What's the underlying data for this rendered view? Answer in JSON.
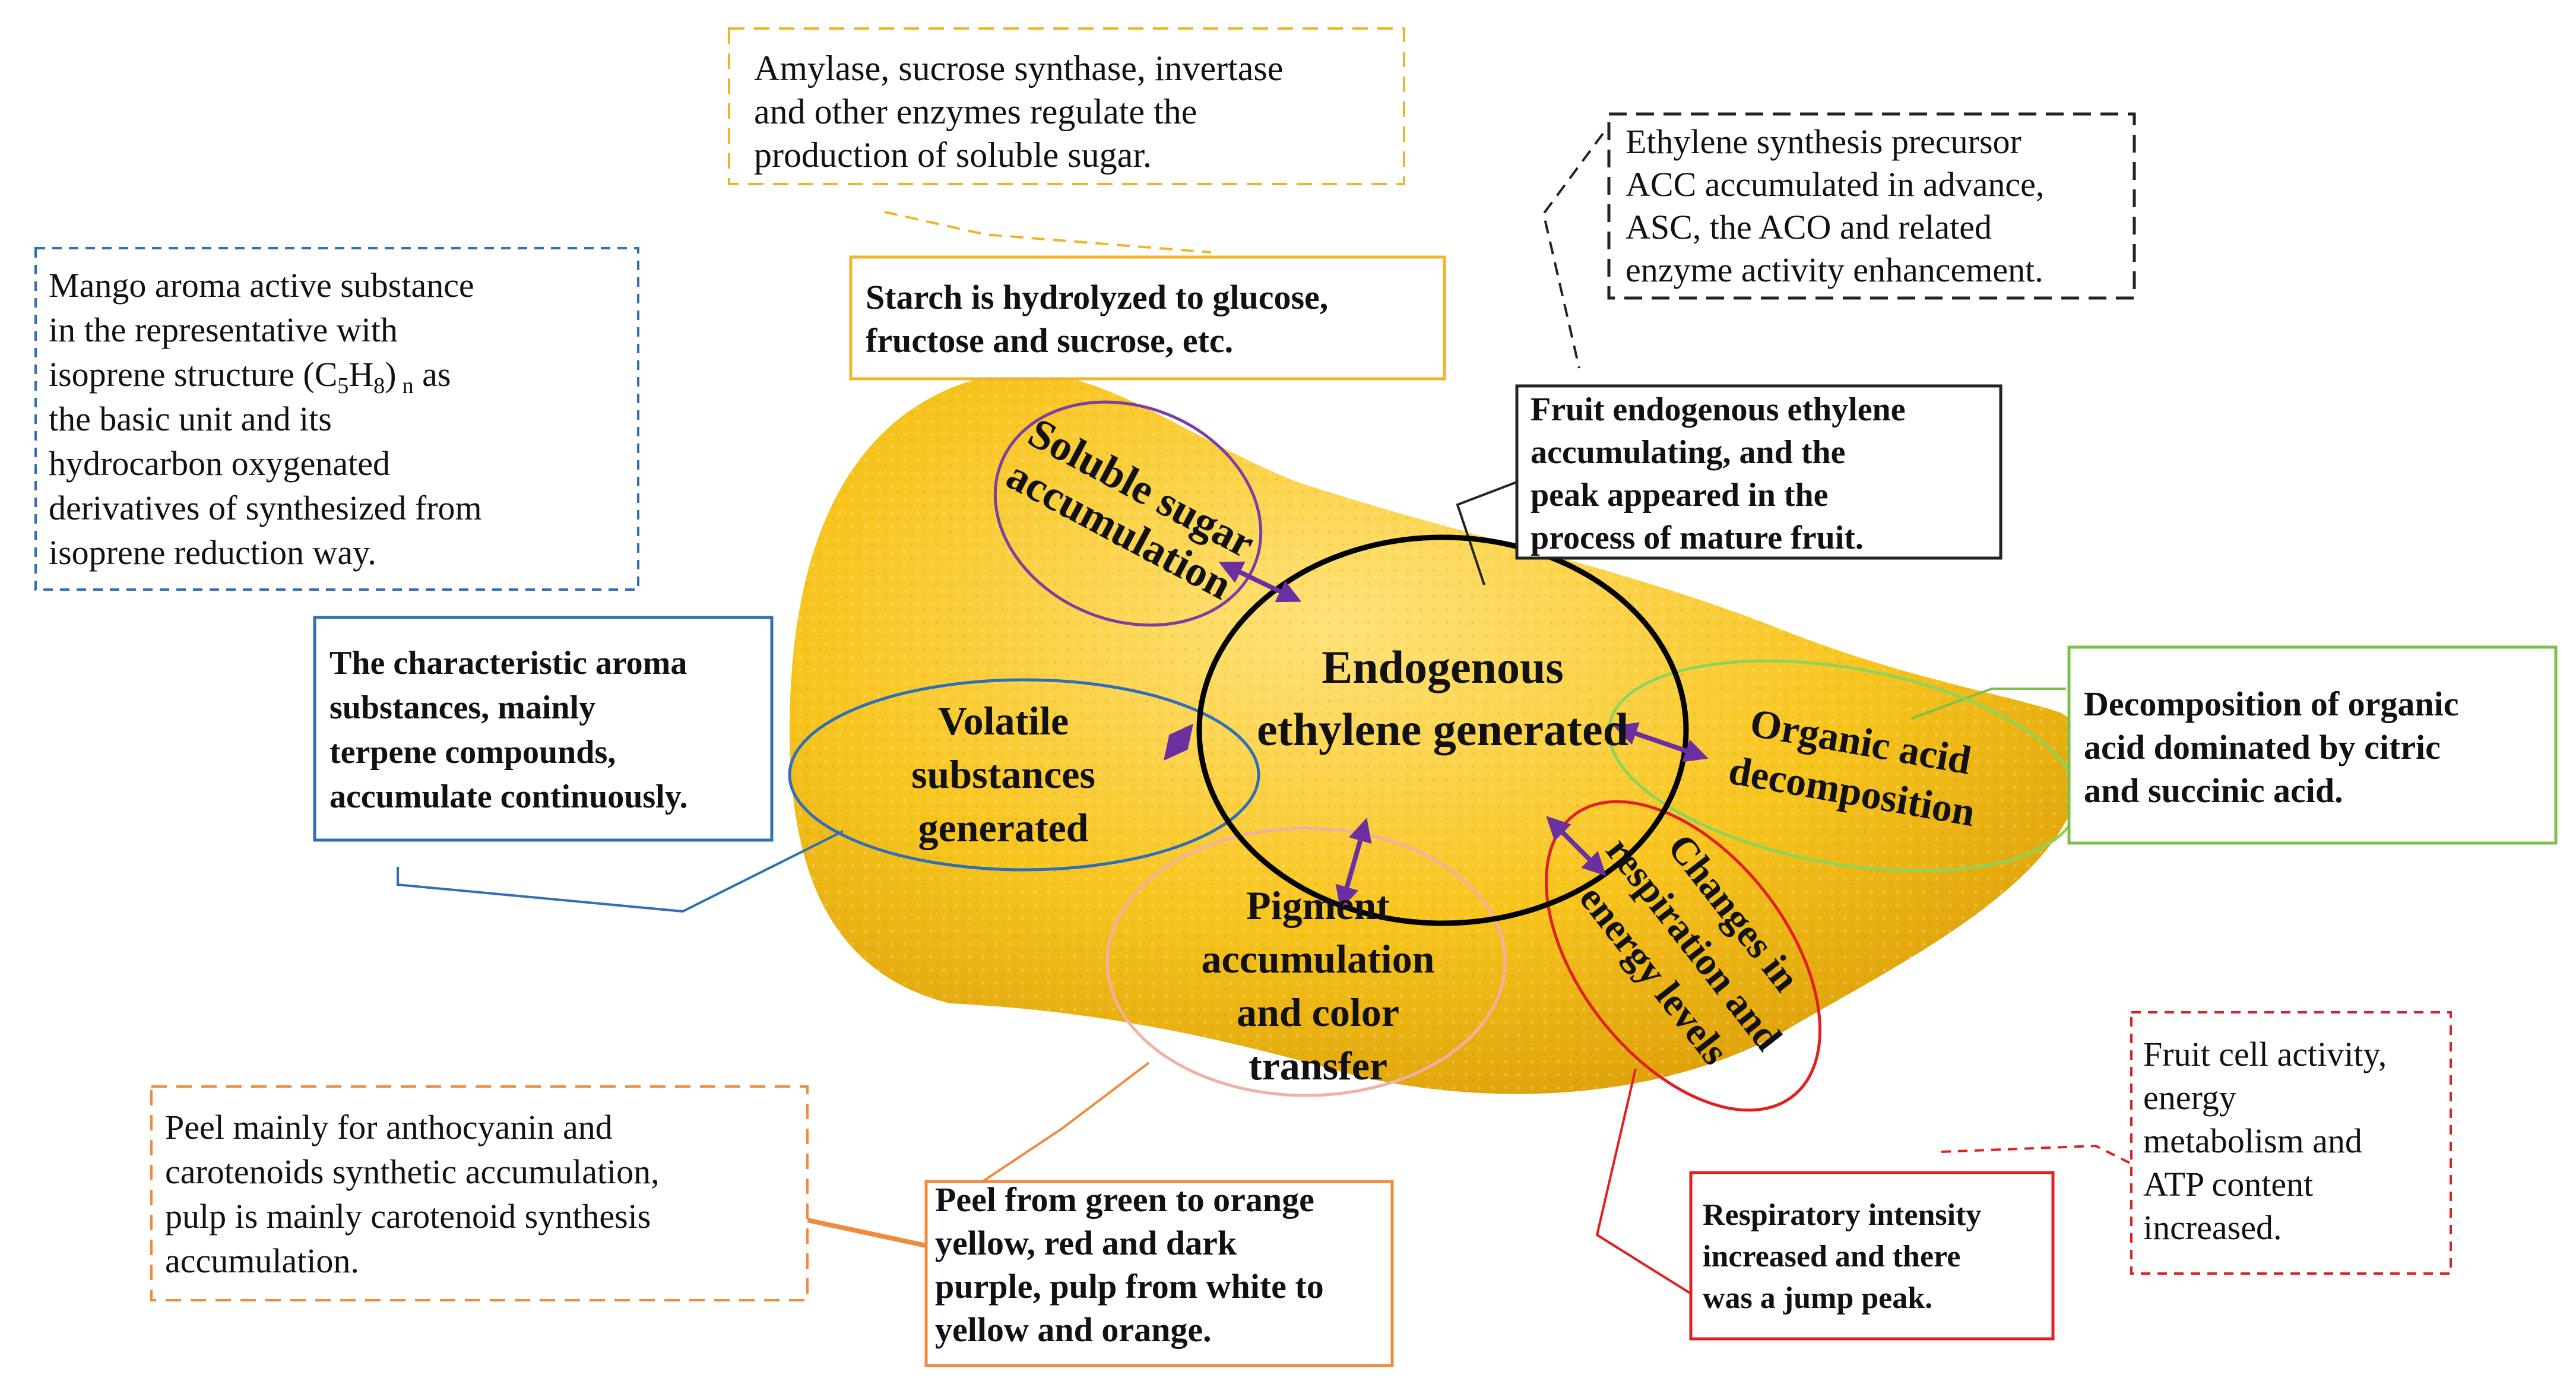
{
  "center": {
    "lines": [
      "Endogenous",
      "ethylene generated"
    ]
  },
  "nodes": {
    "soluble_sugar": {
      "lines": [
        "Soluble sugar",
        "accumulation"
      ],
      "color": "#7a3fa0"
    },
    "volatile": {
      "lines": [
        "Volatile",
        "substances",
        "generated"
      ],
      "color": "#2e6fb8"
    },
    "pigment": {
      "lines": [
        "Pigment",
        "accumulation",
        "and color",
        "transfer"
      ],
      "color": "#f2b0a4"
    },
    "respiration": {
      "lines": [
        "Changes in",
        "respiration and",
        "energy levels"
      ],
      "color": "#e02020"
    },
    "organic_acid": {
      "lines": [
        "Organic acid",
        "decomposition"
      ],
      "color": "#8ed45a"
    }
  },
  "boxes": {
    "amylase": {
      "lines": [
        "Amylase, sucrose synthase, invertase",
        "and other enzymes regulate the",
        "production of soluble sugar."
      ],
      "color": "#f0b429"
    },
    "starch": {
      "lines": [
        "Starch is hydrolyzed to glucose,",
        "fructose and sucrose, etc."
      ],
      "color": "#f0b429"
    },
    "acc": {
      "lines": [
        "Ethylene synthesis precursor",
        "ACC accumulated in advance,",
        "ASC, the ACO and related",
        "enzyme activity enhancement."
      ],
      "color": "#222222"
    },
    "fruit_endogenous": {
      "lines": [
        "Fruit endogenous ethylene",
        "accumulating, and the",
        "peak appeared in the",
        "process of mature fruit."
      ],
      "color": "#222222"
    },
    "mango_aroma": {
      "lines": [
        "Mango aroma active substance",
        "in the representative with",
        "",
        "the basic unit and its",
        "hydrocarbon oxygenated",
        "derivatives of synthesized from",
        "isoprene reduction way."
      ],
      "formula_prefix": "isoprene structure (C",
      "formula_c": "5",
      "formula_h": "H",
      "formula_8": "8",
      "formula_close": ")",
      "formula_n": "n",
      "formula_suffix": " as",
      "color": "#2e6fb8"
    },
    "aroma": {
      "lines": [
        "The characteristic aroma",
        "substances, mainly",
        "terpene compounds,",
        "accumulate continuously."
      ],
      "color": "#2e6fb8"
    },
    "organic_acid_box": {
      "lines": [
        "Decomposition of organic",
        "acid dominated by citric",
        "and succinic acid."
      ],
      "color": "#7cc04b"
    },
    "peel_anthocyanin": {
      "lines": [
        "Peel mainly for anthocyanin and",
        "carotenoids synthetic accumulation,",
        "pulp is mainly carotenoid synthesis",
        "accumulation."
      ],
      "color": "#f08a3c"
    },
    "peel_color": {
      "lines": [
        "Peel from green to orange",
        "yellow, red and dark",
        "purple, pulp from white to",
        "yellow and orange."
      ],
      "color": "#f08a3c"
    },
    "respiratory": {
      "lines": [
        "Respiratory intensity",
        "increased and there",
        "was a jump peak."
      ],
      "color": "#e02020"
    },
    "fruit_cell": {
      "lines": [
        "Fruit cell activity,",
        "energy",
        "metabolism and",
        "ATP content",
        "increased."
      ],
      "color": "#e02020"
    }
  },
  "colors": {
    "arrow": "#6a2fa0",
    "mango_light": "#ffe066",
    "mango_mid": "#f7c21a",
    "mango_dark": "#d99a00"
  }
}
